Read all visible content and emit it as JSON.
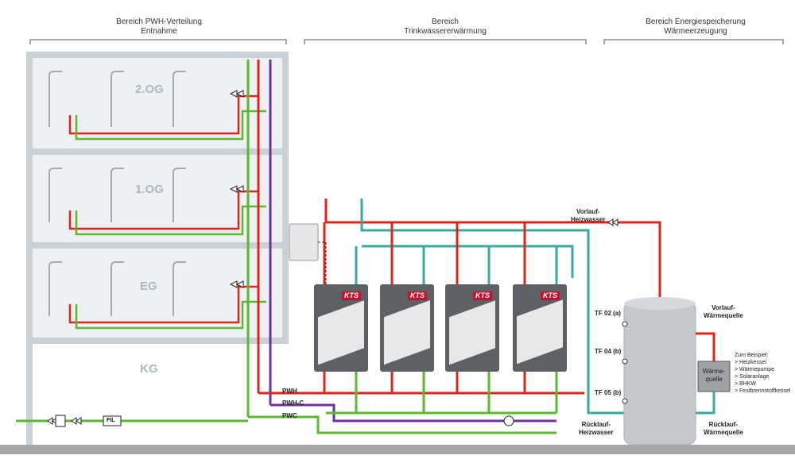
{
  "headers": {
    "left": [
      "Bereich PWH-Verteilung",
      "Entnahme"
    ],
    "middle": [
      "Bereich",
      "Trinkwassererwärmung"
    ],
    "right": [
      "Bereich Energiespeicherung",
      "Wärmeerzeugung"
    ]
  },
  "floors": [
    "2.OG",
    "1.OG",
    "EG",
    "KG"
  ],
  "pipes": {
    "pwh": "PWH",
    "pwh_c": "PWH-C",
    "pwc": "PWC"
  },
  "labels": {
    "vorlauf_heizwasser": [
      "Vorlauf-",
      "Heizwasser"
    ],
    "ruecklauf_heizwasser": [
      "Rücklauf-",
      "Heizwasser"
    ],
    "vorlauf_waermequelle": [
      "Vorlauf-",
      "Wärmequelle"
    ],
    "ruecklauf_waermequelle": [
      "Rücklauf-",
      "Wärmequelle"
    ],
    "tf02": "TF 02 (a)",
    "tf04": "TF 04 (b)",
    "tf05": "TF 05 (b)",
    "waermequelle": [
      "Wärme-",
      "quelle"
    ],
    "fil": "FIL",
    "kts": "KTS"
  },
  "example_note": {
    "title": "Zum Beispiel:",
    "items": [
      "> Heizkessel",
      "> Wärmepumpe",
      "> Solaranlage",
      "> BHKW",
      "> Festbrennstoffkessel"
    ]
  },
  "colors": {
    "hot": "#e2231a",
    "circ": "#7030a0",
    "cold": "#5cb82e",
    "heat_return": "#3aa99f",
    "building": "#c9d0d6",
    "ground": "#a4a6a9",
    "tank": "#c6c9cc"
  }
}
